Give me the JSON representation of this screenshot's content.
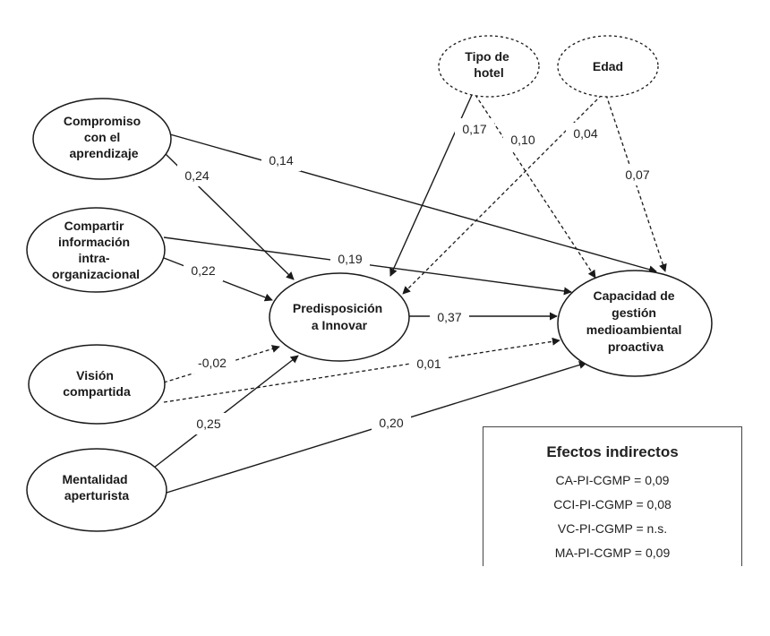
{
  "nodes": {
    "compromiso": [
      "Compromiso",
      "con el",
      "aprendizaje"
    ],
    "compartir": [
      "Compartir",
      "información",
      "intra-",
      "organizacional"
    ],
    "vision": [
      "Visión",
      "compartida"
    ],
    "mentalidad": [
      "Mentalidad",
      "aperturista"
    ],
    "predisposicion": [
      "Predisposición",
      "a Innovar"
    ],
    "capacidad": [
      "Capacidad de",
      "gestión",
      "medioambiental",
      "proactiva"
    ],
    "tipo_hotel": [
      "Tipo de",
      "hotel"
    ],
    "edad": [
      "Edad"
    ]
  },
  "coefficients": {
    "compromiso_pi": "0,24",
    "compromiso_cgmp": "0,14",
    "compartir_pi": "0,22",
    "compartir_cgmp": "0,19",
    "vision_pi": "-0,02",
    "vision_cgmp": "0,01",
    "mentalidad_pi": "0,25",
    "mentalidad_cgmp": "0,20",
    "pi_cgmp": "0,37",
    "tipo_pi": "0,17",
    "tipo_cgmp": "0,10",
    "edad_pi": "0,04",
    "edad_cgmp": "0,07"
  },
  "indirect_effects": {
    "title": "Efectos indirectos",
    "items": [
      "CA-PI-CGMP = 0,09",
      "CCI-PI-CGMP = 0,08",
      "VC-PI-CGMP = n.s.",
      "MA-PI-CGMP = 0,09"
    ]
  }
}
